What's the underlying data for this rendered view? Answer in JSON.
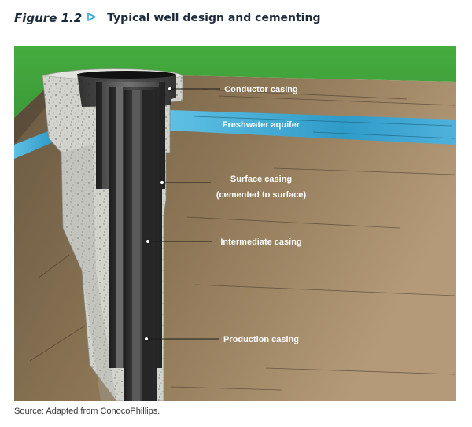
{
  "header": {
    "figure_number": "Figure 1.2",
    "title": "Typical well design and cementing"
  },
  "diagram": {
    "labels": {
      "conductor": "Conductor casing",
      "freshwater": "Freshwater aquifer",
      "surface_line1": "Surface casing",
      "surface_line2": "(cemented to surface)",
      "intermediate": "Intermediate casing",
      "production": "Production casing"
    }
  },
  "footer": {
    "source": "Source: Adapted from ConocoPhillips."
  },
  "colors": {
    "grass": "#43a83e",
    "soil": "#927a5c",
    "aquifer": "#3fa6cf",
    "cement": "#cfcfca",
    "casing_dark": "#2e2e2e",
    "accent_arrow": "#2aa9df"
  }
}
